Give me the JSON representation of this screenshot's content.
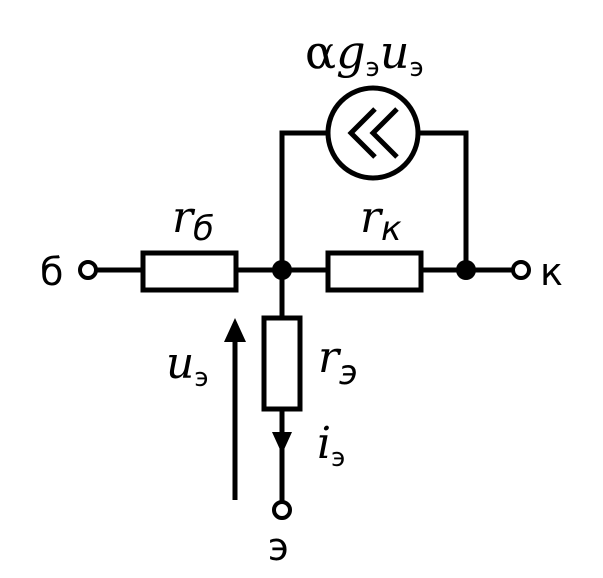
{
  "labels": {
    "source_alpha": "α",
    "source_g": "g",
    "source_g_sub": "э",
    "source_u": "u",
    "source_u_sub": "э",
    "r_b_main": "r",
    "r_b_sub": "б",
    "r_k_main": "r",
    "r_k_sub": "к",
    "r_e_main": "r",
    "r_e_sub": "э",
    "u_e_main": "u",
    "u_e_sub": "э",
    "i_e_main": "i",
    "i_e_sub": "э",
    "terminal_base": "б",
    "terminal_collector": "к",
    "terminal_emitter": "э"
  }
}
